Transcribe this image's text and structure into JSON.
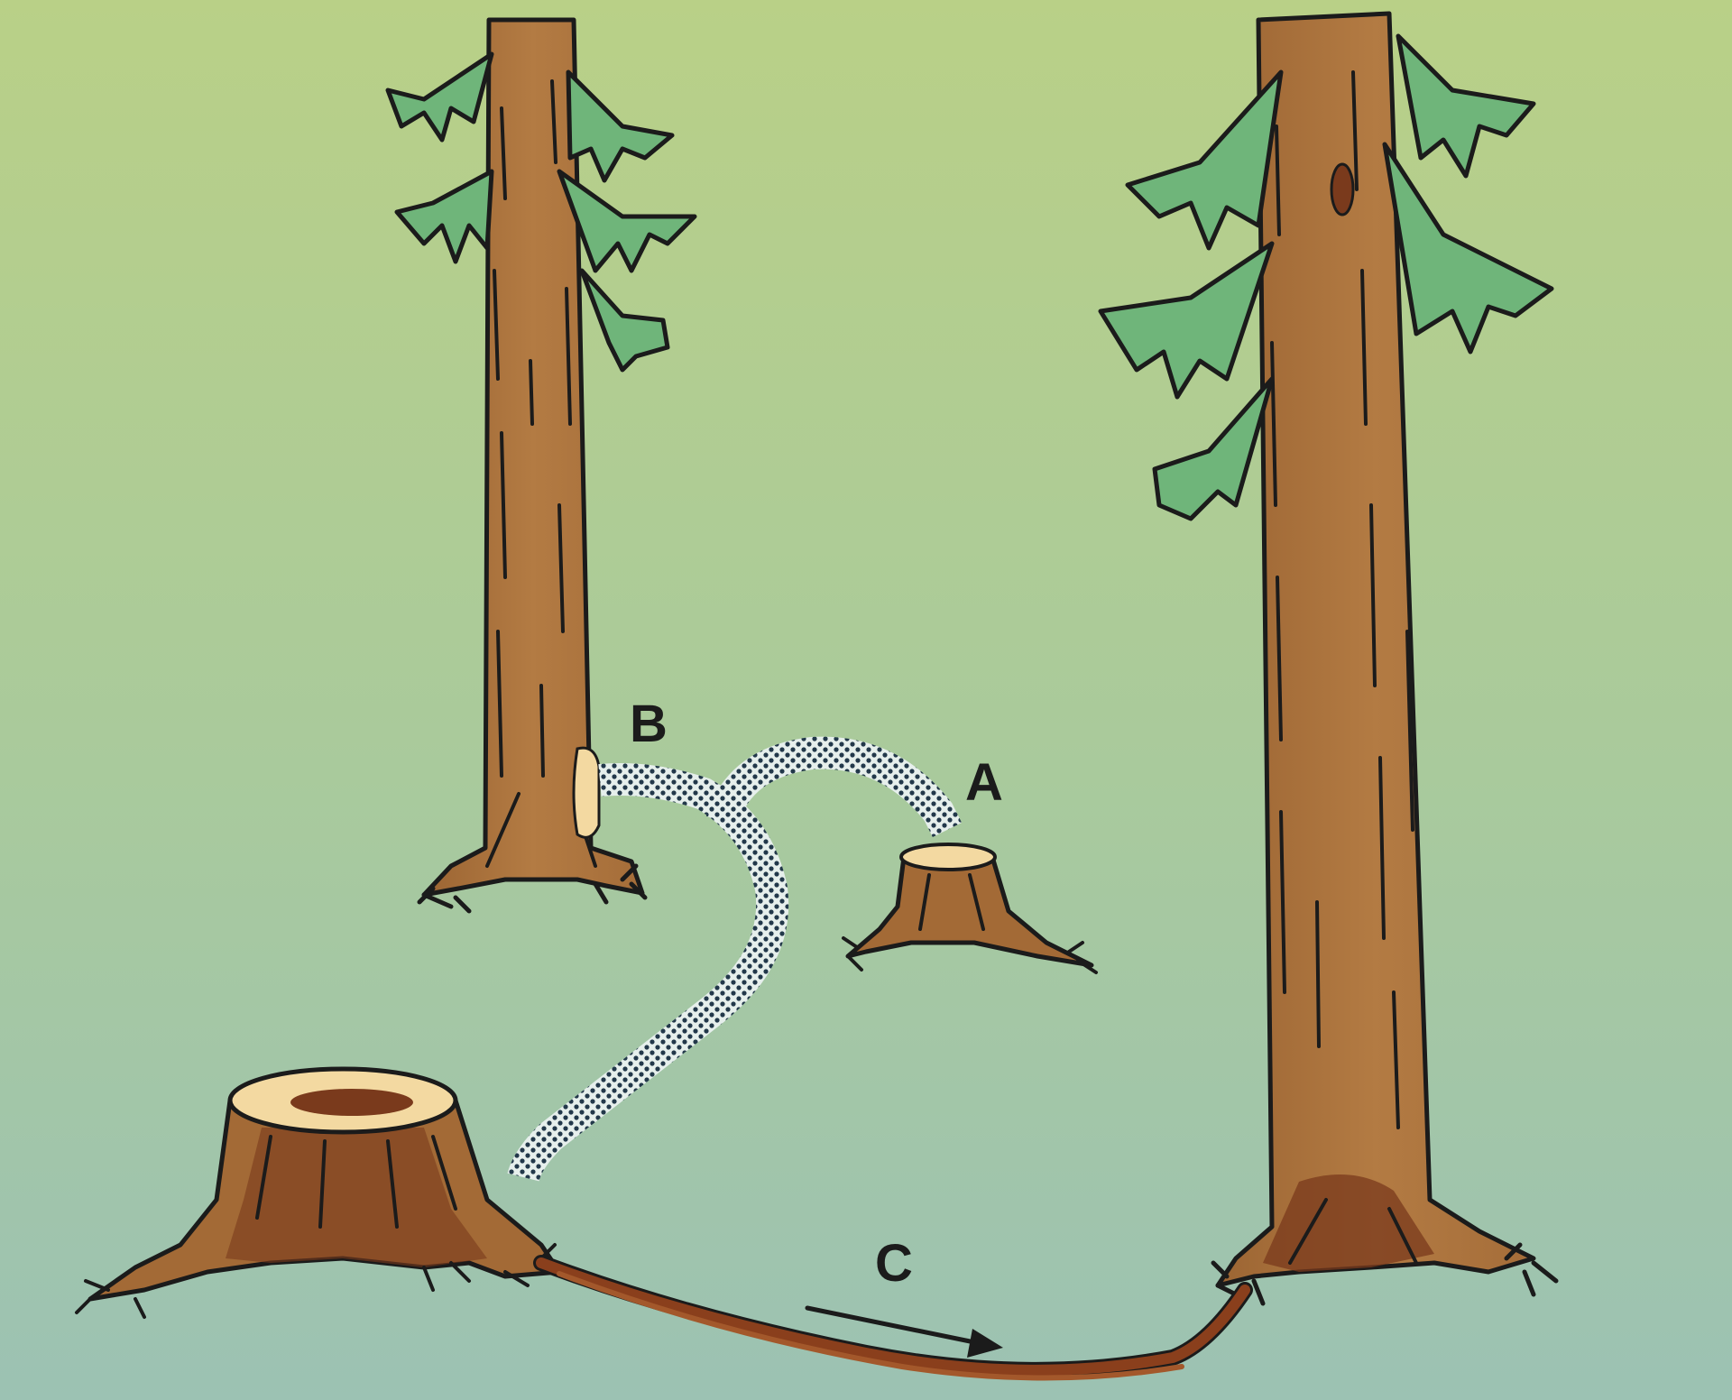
{
  "labels": {
    "a": "A",
    "b": "B",
    "c": "C"
  },
  "colors": {
    "background_top": "#b7cf84",
    "background_bottom": "#9ec3b1",
    "bark": "#a9713c",
    "bark_light": "#c68c51",
    "bark_dark": "#6e3518",
    "cut_surface": "#f3d9a1",
    "needles": "#6fb57a",
    "outline": "#1b1b1b",
    "infection_path": "#2a3a4a"
  },
  "icons": {
    "tree_left": "spruce-tree-icon",
    "tree_right": "spruce-tree-icon",
    "stump_small": "tree-stump-icon",
    "stump_large": "tree-stump-icon",
    "arrow": "arrow-right-icon"
  }
}
